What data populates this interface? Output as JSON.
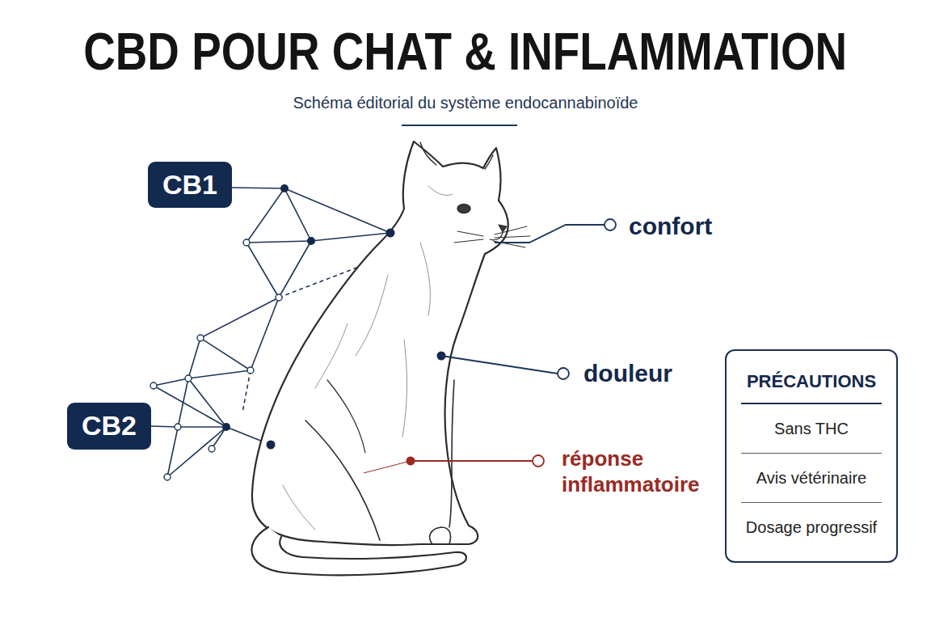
{
  "diagram": {
    "title": "CBD POUR CHAT & INFLAMMATION",
    "nodes": [
      {
        "text": [
          "CB1"
        ]
      },
      {
        "text": [
          "CB2"
        ]
      },
      {
        "text": [
          "PRÉCAUTIONS",
          "Sans THC",
          "Avis vétérinaire",
          "Dosage progressif"
        ]
      }
    ],
    "labels": [
      "Schéma éditorial du système endocannabinoïde",
      "confort",
      "douleur",
      "réponse inflammatoire"
    ]
  }
}
